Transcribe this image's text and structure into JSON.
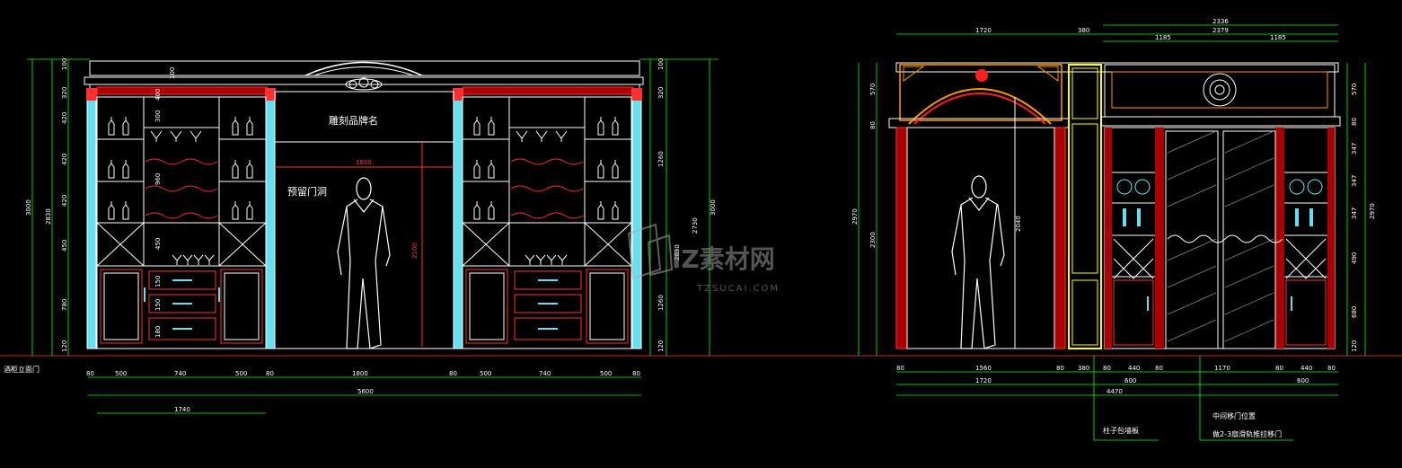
{
  "colors": {
    "background": "#000000",
    "dimension": "#00ff00",
    "outline": "#ffffff",
    "accent_red": "#ff2020",
    "cyan": "#66e0f0",
    "yellow": "#ffff00",
    "orange": "#ff9900"
  },
  "left_elevation": {
    "labels": {
      "brand_text": "雕刻品牌名",
      "door_opening": "预留门洞",
      "scale_note": "酒柜立面门"
    },
    "top_dims": [
      "80",
      "500",
      "740",
      "500",
      "80",
      "1800",
      "80",
      "500",
      "740",
      "500",
      "80"
    ],
    "total_width": "5600",
    "sub_width": "1740",
    "opening_width": "1800",
    "opening_height": "2100",
    "left_dims": [
      "100",
      "320",
      "420",
      "420",
      "420",
      "450",
      "780",
      "120"
    ],
    "left_total": "2830",
    "left_overall": "3000",
    "right_dims": [
      "100",
      "320",
      "1260",
      "1260",
      "120"
    ],
    "right_total": "2830",
    "right_overall": "3000",
    "right_inner": "2730",
    "inner_dims": [
      "100",
      "400",
      "300",
      "960",
      "450",
      "150",
      "150",
      "180"
    ]
  },
  "right_elevation": {
    "top_dims": [
      "1720",
      "380"
    ],
    "top_total": "2336",
    "top_sub": "2379",
    "top_half": [
      "1185",
      "1185"
    ],
    "bottom_dims": [
      "80",
      "1560",
      "80",
      "380",
      "80",
      "440",
      "80",
      "1170",
      "80",
      "440",
      "80"
    ],
    "bottom_sub": [
      "1720",
      "600",
      "600"
    ],
    "bottom_total": "4470",
    "left_dims": [
      "570",
      "80",
      "2300"
    ],
    "left_total": "2970",
    "arch_height": "2040",
    "right_dims": [
      "570",
      "80",
      "347",
      "347",
      "347",
      "490",
      "680",
      "120"
    ],
    "right_total": "2970",
    "notes": {
      "column": "柱子包墙板",
      "sliding_door": "中间移门位置",
      "sliding_note": "做2-3扇滑轨推拉移门"
    }
  },
  "watermark": {
    "main": "IZ素材网",
    "sub": "TZSUCAI.COM"
  }
}
